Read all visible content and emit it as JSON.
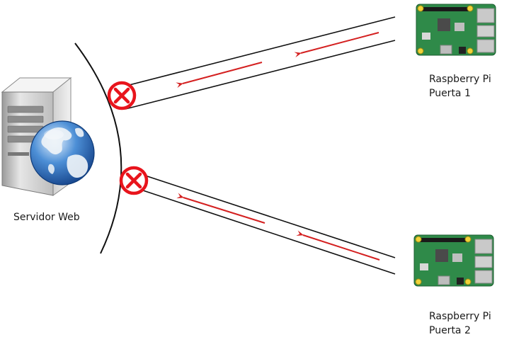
{
  "server": {
    "label": "Servidor Web",
    "icon": "web-server-globe-icon"
  },
  "devices": [
    {
      "label_line1": "Raspberry Pi",
      "label_line2": "Puerta 1",
      "icon": "raspberry-pi-board-icon"
    },
    {
      "label_line1": "Raspberry Pi",
      "label_line2": "Puerta 2",
      "icon": "raspberry-pi-board-icon"
    }
  ],
  "connections": [
    {
      "from": "Raspberry Pi Puerta 1",
      "to": "Servidor Web",
      "status": "blocked",
      "status_icon": "blocked-x-circle-icon"
    },
    {
      "from": "Raspberry Pi Puerta 2",
      "to": "Servidor Web",
      "status": "blocked",
      "status_icon": "blocked-x-circle-icon"
    }
  ],
  "colors": {
    "blocked": "#e8141c",
    "arrow": "#d42020",
    "line": "#111111",
    "board": "#2f8a49"
  }
}
